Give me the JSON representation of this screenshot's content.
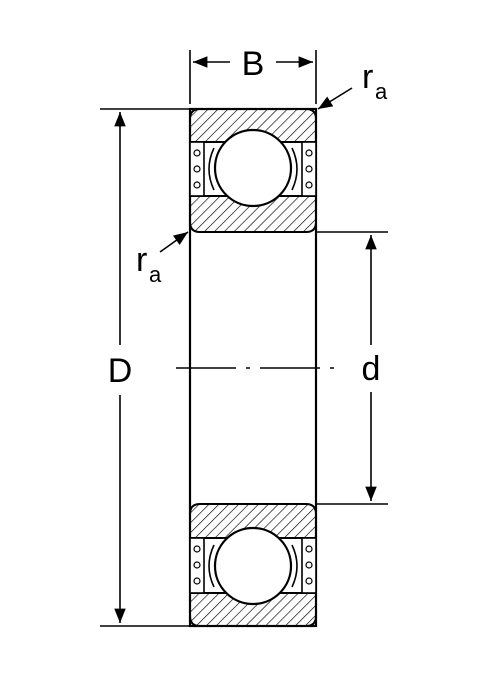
{
  "labels": {
    "width": "B",
    "outer_diameter": "D",
    "bore_diameter": "d",
    "radius_top": "r",
    "radius_top_sub": "a",
    "radius_left": "r",
    "radius_left_sub": "a"
  },
  "colors": {
    "line": "#000000",
    "background": "#ffffff"
  }
}
